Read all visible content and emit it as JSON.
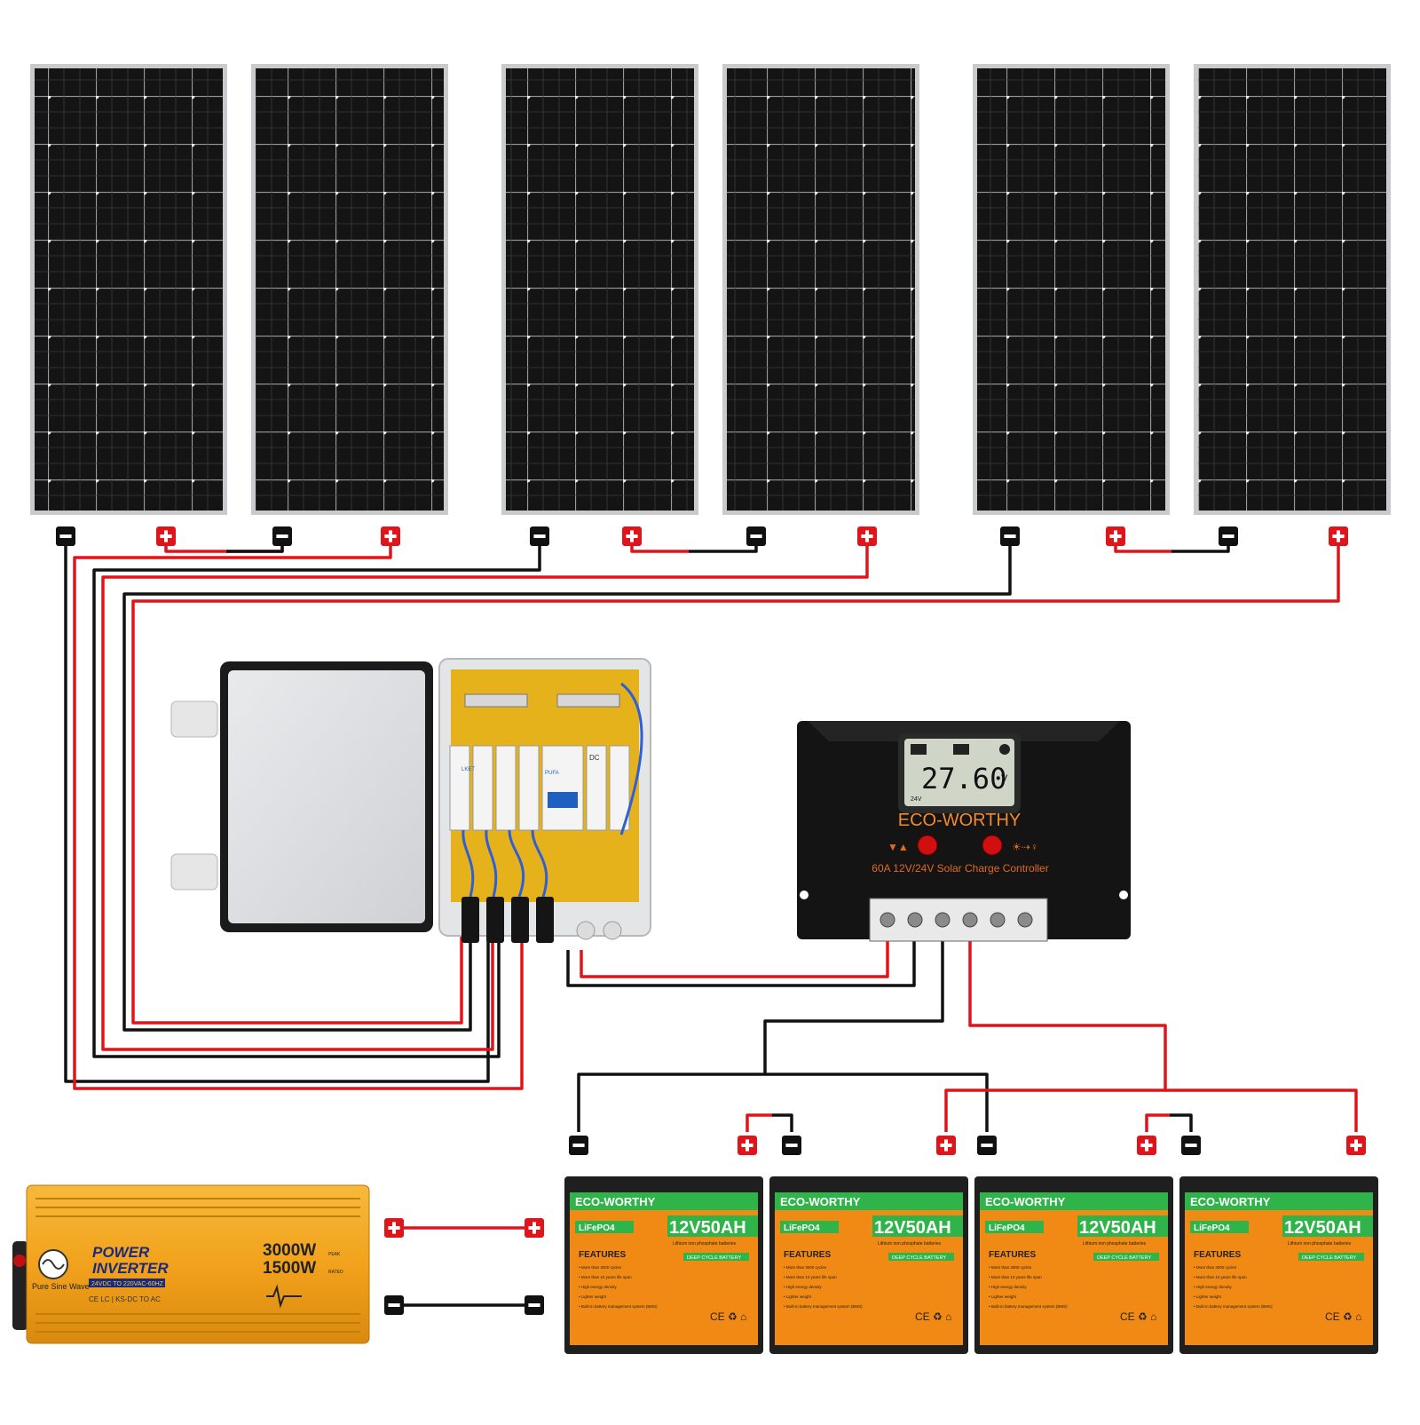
{
  "colors": {
    "positive_wire": "#e0141b",
    "negative_wire": "#111111",
    "panel_cell": "#141414",
    "panel_frame": "#c9cacc",
    "battery_orange": "#f08a14",
    "battery_green": "#2fb44a",
    "inverter_orange": "#f2a21c",
    "controller_body": "#121212"
  },
  "solar_panels": {
    "count": 6,
    "terminal_symbols": {
      "positive": "+",
      "negative": "−"
    }
  },
  "combiner_box": {
    "breaker_brand": "LKET",
    "spd_brand": "PUFA",
    "terminal_label": "DC"
  },
  "charge_controller": {
    "display_value": "27.60",
    "display_unit": "V",
    "system_voltage": "24V",
    "brand": "ECO-WORTHY",
    "model_text": "60A 12V/24V Solar Charge Controller"
  },
  "battery": {
    "count": 4,
    "brand": "ECO-WORTHY",
    "chemistry_badge": "LiFePO4",
    "capacity_label": "12V50AH",
    "subtitle": "Lithium iron phosphate batteries",
    "deep_cycle_badge": "DEEP CYCLE BATTERY",
    "features_title": "FEATURES",
    "features": [
      "More than 3000 cycles",
      "More than 10 years life span",
      "High energy density",
      "Lighter weight",
      "Built-in battery management system (BMS)"
    ],
    "cert_marks": "CE ♻ ⌂"
  },
  "inverter": {
    "wave_label": "Pure Sine Wave",
    "title_line1": "POWER",
    "title_line2": "INVERTER",
    "peak_power": "3000W",
    "peak_suffix": "PEAK",
    "rated_power": "1500W",
    "rated_suffix": "RATED",
    "spec_strip": "24VDC TO 220VAC-60HZ",
    "cert_line": "CE  LC | KS-DC TO AC"
  }
}
